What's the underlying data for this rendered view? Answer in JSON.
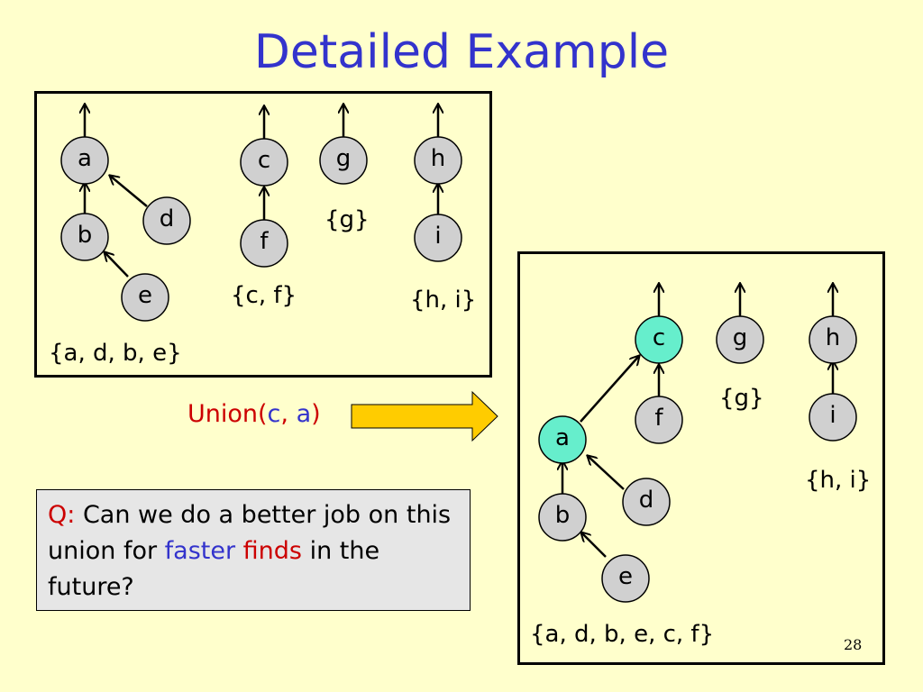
{
  "slide": {
    "title": "Detailed Example",
    "page_number": "28"
  },
  "before": {
    "nodes": {
      "a": "a",
      "b": "b",
      "d": "d",
      "e": "e",
      "c": "c",
      "f": "f",
      "g": "g",
      "h": "h",
      "i": "i"
    },
    "sets": [
      "{a, d, b, e}",
      "{c, f}",
      "{g}",
      "{h, i}"
    ]
  },
  "operation": {
    "prefix": "Union(",
    "arg1": "c",
    "sep": ", ",
    "arg2": "a",
    "suffix": ")"
  },
  "after": {
    "nodes": {
      "c": "c",
      "a": "a",
      "f": "f",
      "g": "g",
      "h": "h",
      "i": "i",
      "b": "b",
      "d": "d",
      "e": "e"
    },
    "highlighted": [
      "c",
      "a"
    ],
    "sets": [
      "{g}",
      "{h, i}",
      "{a, d, b, e, c, f}"
    ]
  },
  "question": {
    "label": "Q:",
    "text_1": " Can we do a better job on this union for ",
    "faster": "faster",
    "space": " ",
    "finds": "finds",
    "text_2": " in the future?"
  },
  "colors": {
    "background": "#ffffcc",
    "title": "#3333cc",
    "node_fill": "#d0d0d0",
    "node_highlight": "#66eecc",
    "accent_red": "#cc0000",
    "arrow_fill": "#ffcc00"
  }
}
